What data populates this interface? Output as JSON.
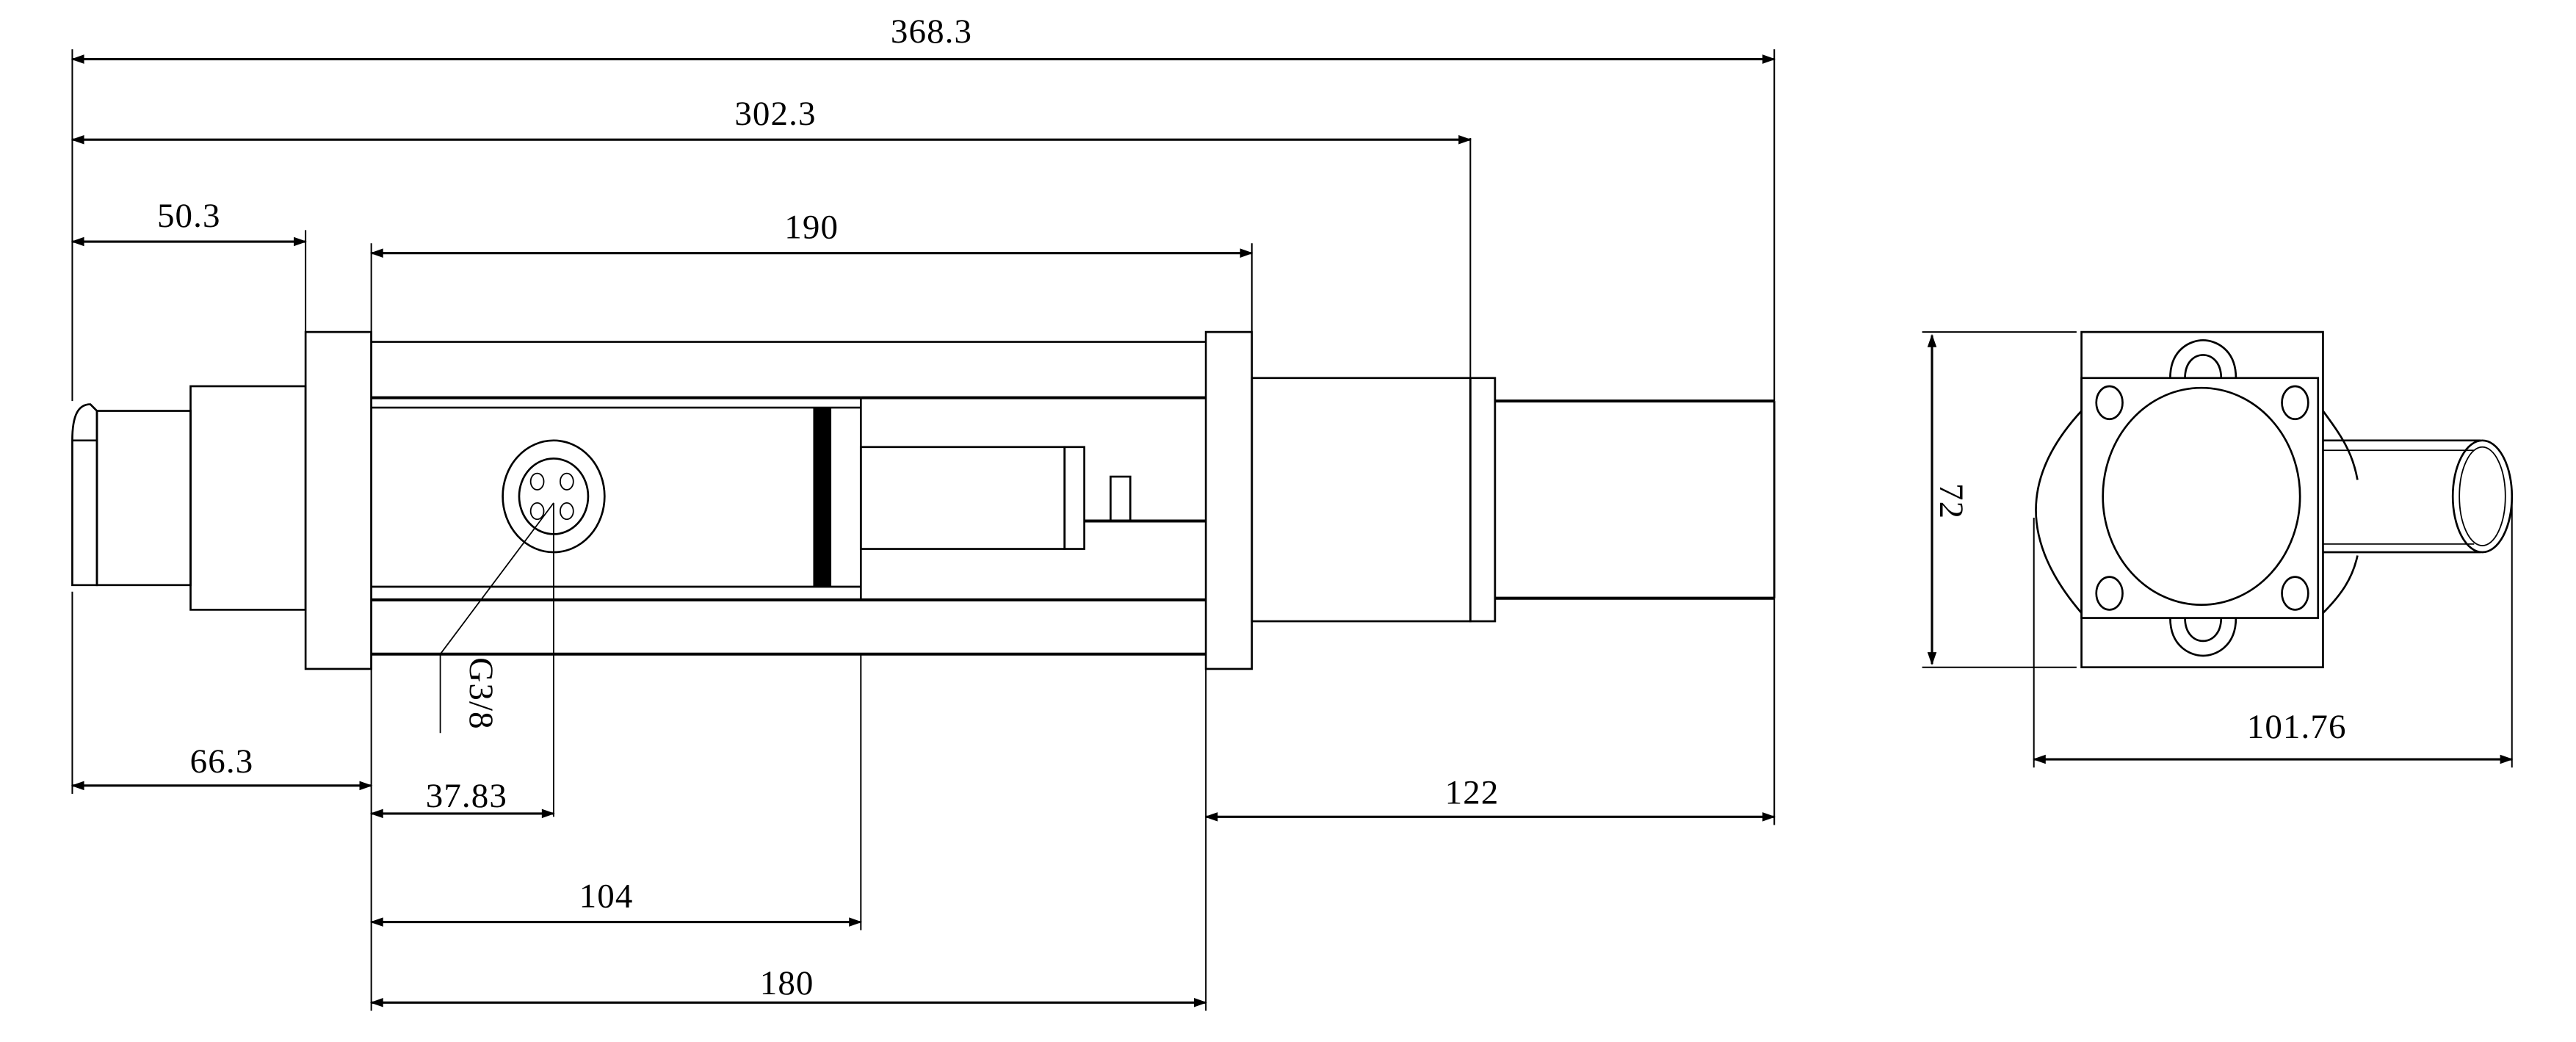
{
  "drawing": {
    "title": "Dimensional drawing - linear actuator / sensor assembly",
    "views": [
      "side-elevation",
      "end-view"
    ],
    "colors": {
      "line": "#000000",
      "background": "#ffffff"
    }
  },
  "dimensions": {
    "overall_length": "368.3",
    "length_to_collar": "302.3",
    "connector_length": "50.3",
    "body_length": "190",
    "flange_offset": "66.3",
    "port_offset": "37.83",
    "rod_position": "104",
    "tube_length": "180",
    "rod_extension": "122",
    "end_height": "72",
    "end_width": "101.76"
  },
  "annotations": {
    "port_thread": "G3/8"
  }
}
